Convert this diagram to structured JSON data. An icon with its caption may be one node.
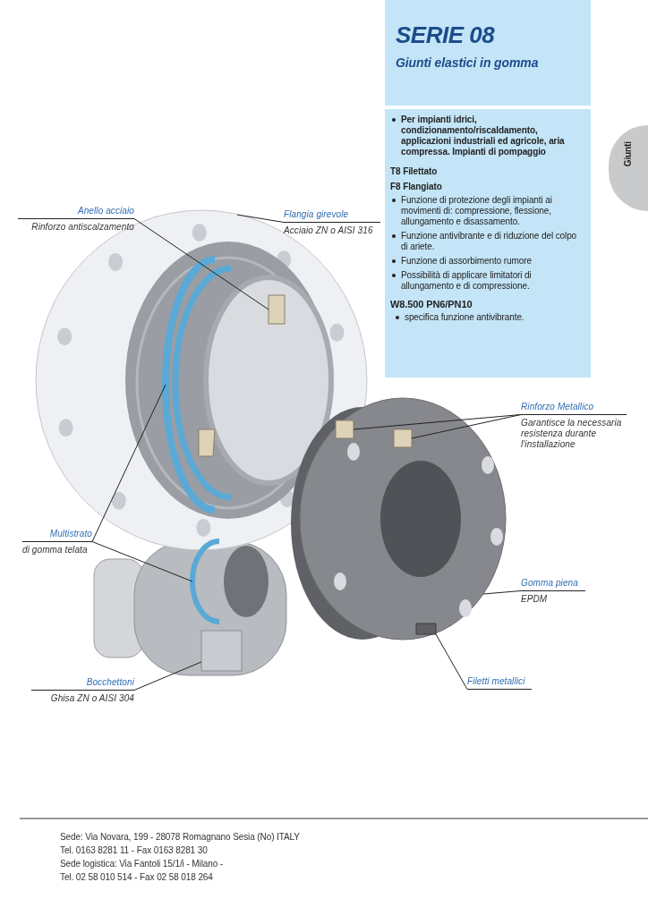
{
  "diagram": {
    "title": "SERIE 08",
    "nodes": [
      {
        "text": [
          "Anello acciaio",
          "Rinforzo antiscalzamento"
        ]
      },
      {
        "text": [
          "Flangia girevole",
          "Acciaio ZN o AISI 316"
        ]
      },
      {
        "text": [
          "Rinforzo Metallico",
          "Garantisce la necessaria resistenza durante l'installazione"
        ]
      },
      {
        "text": [
          "Multistrato",
          "di gomma telata"
        ]
      },
      {
        "text": [
          "Gomma piena",
          "EPDM"
        ]
      },
      {
        "text": [
          "Bocchettoni",
          "Ghisa ZN o AISI 304"
        ]
      },
      {
        "text": [
          "Filetti metallici"
        ]
      },
      {
        "text": [],
        "shape": "box",
        "in": 8
      },
      {
        "text": [],
        "shape": "picture"
      },
      {
        "text": [],
        "shape": "picture",
        "in": 8
      },
      {
        "text": [],
        "shape": "picture"
      },
      {
        "text": [],
        "shape": "box"
      },
      {
        "text": [],
        "shape": "box",
        "in": 13
      },
      {
        "text": [],
        "shape": "picture"
      },
      {
        "text": [],
        "shape": "box"
      },
      {
        "text": [],
        "shape": "box",
        "in": 13
      }
    ],
    "edges": [
      {
        "from": 0,
        "to": 7,
        "arrow": "none"
      },
      {
        "from": 1,
        "to": 8,
        "arrow": "none"
      },
      {
        "from": 2,
        "to": 11,
        "arrow": "none"
      },
      {
        "from": 2,
        "to": 12,
        "arrow": "none"
      },
      {
        "from": 3,
        "to": 9,
        "arrow": "none"
      },
      {
        "from": 3,
        "to": 10,
        "arrow": "none"
      },
      {
        "from": 4,
        "to": 13,
        "arrow": "none"
      },
      {
        "from": 5,
        "to": 14,
        "arrow": "none"
      },
      {
        "from": 6,
        "to": 15,
        "arrow": "none"
      }
    ],
    "labels": [
      "Giunti elastici in gomma",
      "Per impianti idrici, condizionamento/riscaldamento, applicazioni industriali ed agricole, aria compressa. Impianti di pompaggio",
      "T8 Filettato",
      "F8 Flangiato",
      "Funzione di protezione degli impianti ai movimenti di: compressione, flessione, allungamento e disassamento.",
      "Funzione antivibrante e di riduzione del colpo di ariete.",
      "Funzione di assorbimento rumore",
      "Possibilità di applicare limitatori di allungamento e di compressione.",
      "W8.500 PN6/PN10",
      "specifica funzione antivibrante.",
      "Giunti",
      "Sede: Via Novara, 199 - 28078 Romagnano Sesia (No) ITALY",
      "Tel. 0163 8281 11 - Fax 0163 8281 30",
      "Sede logistica: Via Fantoli 15/1/i - Milano -",
      "Tel. 02 58 010 514 - Fax 02 58 018 264"
    ]
  }
}
